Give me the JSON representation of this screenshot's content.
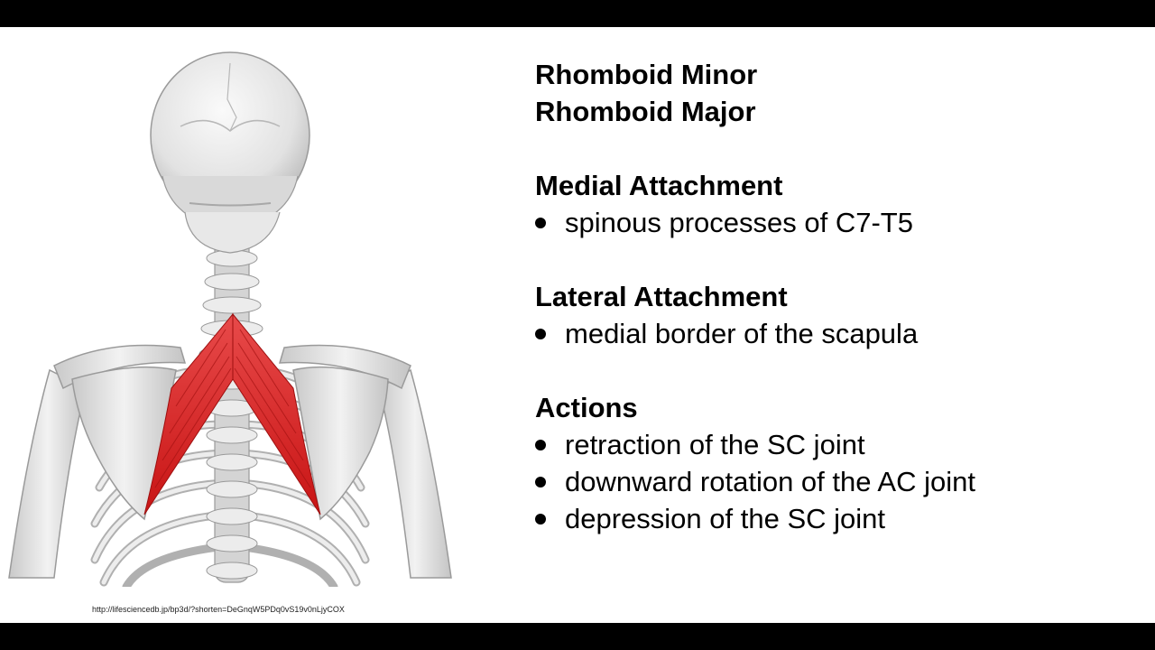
{
  "slide": {
    "title_lines": [
      "Rhomboid Minor",
      "Rhomboid Major"
    ],
    "sections": [
      {
        "heading": "Medial Attachment",
        "bullets": [
          "spinous processes of C7-T5"
        ]
      },
      {
        "heading": "Lateral Attachment",
        "bullets": [
          "medial border of the scapula"
        ]
      },
      {
        "heading": "Actions",
        "bullets": [
          "retraction of the SC joint",
          "downward rotation of the AC joint",
          "depression of the SC joint"
        ]
      }
    ],
    "image_credit": "http://lifesciencedb.jp/bp3d/?shorten=DeGnqW5PDq0vS19v0nLjyCOX"
  },
  "colors": {
    "muscle": "#d81e1e",
    "bone": "#e6e6e6",
    "bone_shadow": "#b4b4b4",
    "background": "#ffffff",
    "letterbox": "#000000"
  }
}
